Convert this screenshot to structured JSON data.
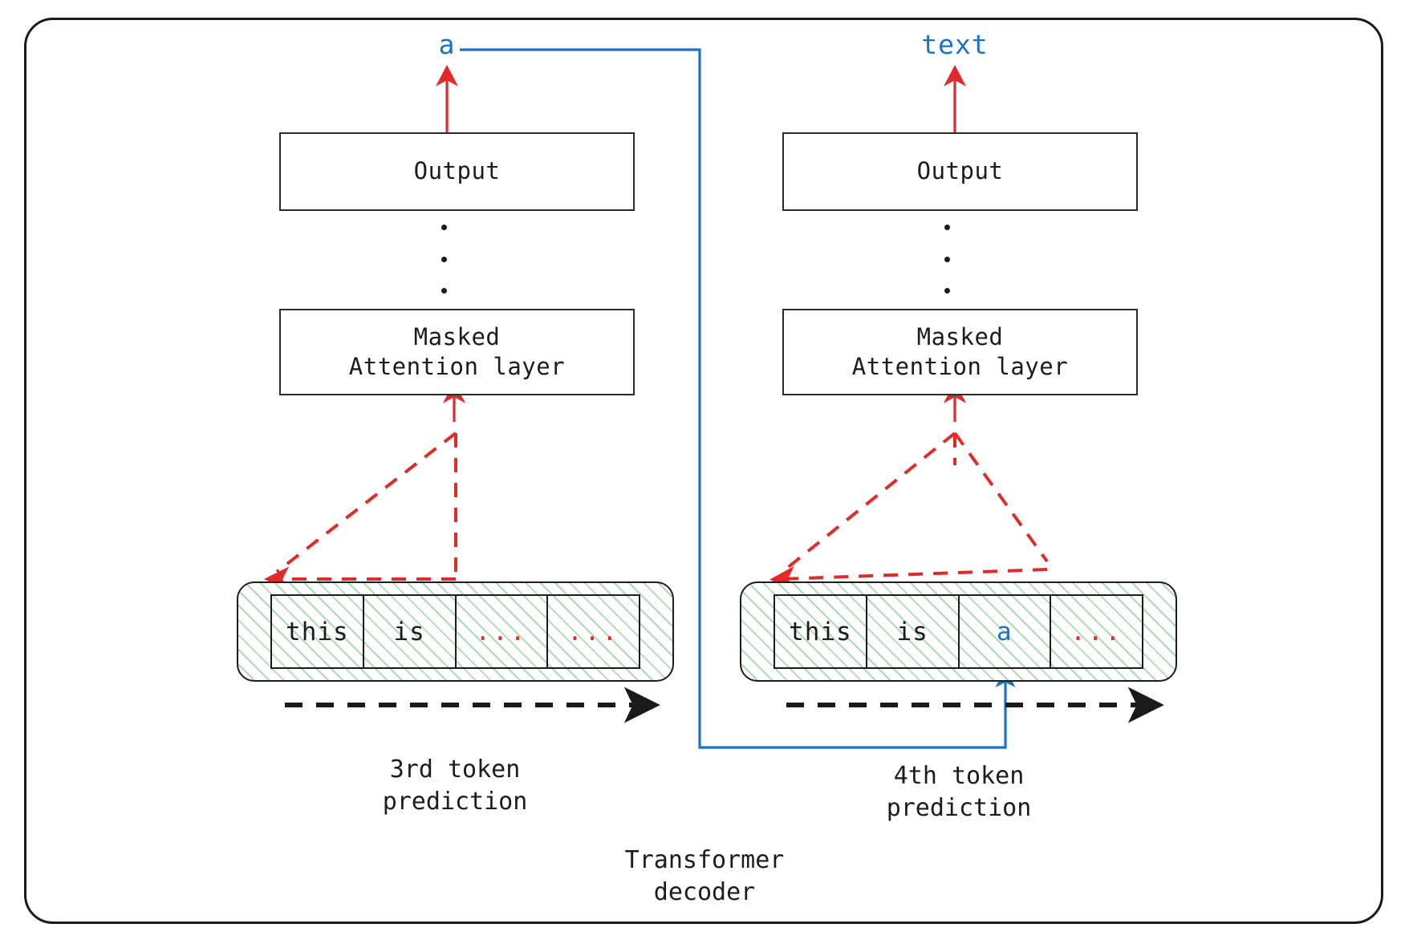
{
  "diagram": {
    "title": "Transformer\ndecoder",
    "outer_border_color": "#1a1a1a",
    "accent_red": "#e02b2b",
    "accent_blue": "#1a73c7",
    "hatch_green": "#78c882"
  },
  "panels": [
    {
      "id": "left",
      "emitted_token": "a",
      "emitted_token_color": "#1a73c7",
      "output_box": "Output",
      "attention_box": "Masked\nAttention layer",
      "caption": "3rd token\nprediction",
      "tokens": [
        {
          "text": "this",
          "color": "black"
        },
        {
          "text": "is",
          "color": "black"
        },
        {
          "text": "...",
          "color": "red"
        },
        {
          "text": "...",
          "color": "red"
        }
      ]
    },
    {
      "id": "right",
      "emitted_token": "text",
      "emitted_token_color": "#1a73c7",
      "output_box": "Output",
      "attention_box": "Masked\nAttention layer",
      "caption": "4th token\nprediction",
      "tokens": [
        {
          "text": "this",
          "color": "black"
        },
        {
          "text": "is",
          "color": "black"
        },
        {
          "text": "a",
          "color": "blue"
        },
        {
          "text": "...",
          "color": "red"
        }
      ]
    }
  ],
  "ellipsis_dots": 3
}
